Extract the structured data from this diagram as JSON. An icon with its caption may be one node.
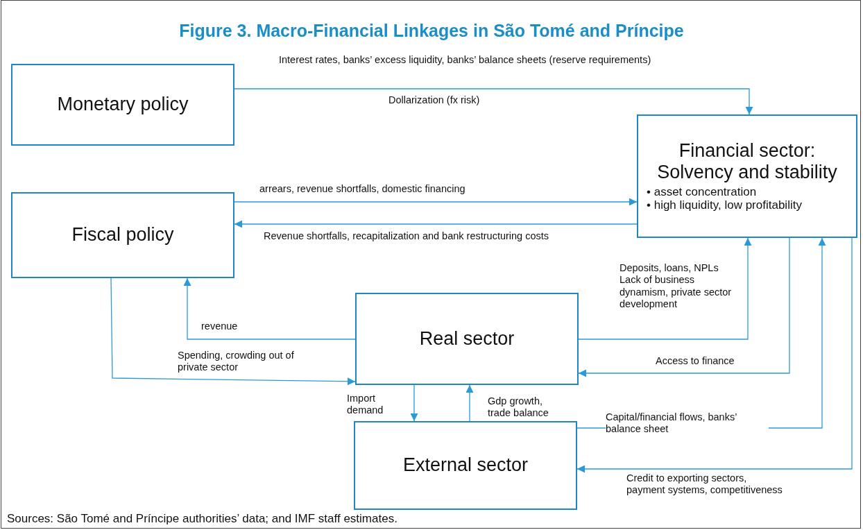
{
  "diagram": {
    "title": "Figure 3. Macro-Financial Linkages in São Tomé and Príncipe",
    "caption": "Sources: São Tomé and Príncipe authorities’ data; and IMF staff estimates.",
    "nodes": [
      {
        "text": [
          "Monetary policy"
        ]
      },
      {
        "text": [
          "Financial sector: Solvency and stability",
          "• asset concentration",
          "• high liquidity, low profitability"
        ]
      },
      {
        "text": [
          "Fiscal policy"
        ]
      },
      {
        "text": [
          "Real sector"
        ]
      },
      {
        "text": [
          "External sector"
        ]
      }
    ],
    "edges": [
      {
        "from": 0,
        "to": 1,
        "arrow": "to",
        "label": "Interest rates, banks’ excess liquidity, banks’ balance sheets (reserve requirements)"
      },
      {
        "from": 2,
        "to": 1,
        "arrow": "to",
        "label": "arrears, revenue shortfalls, domestic financing"
      },
      {
        "from": 1,
        "to": 2,
        "arrow": "to",
        "label": "Revenue shortfalls, recapitalization and bank restructuring costs"
      },
      {
        "from": 3,
        "to": 2,
        "arrow": "to",
        "label": "revenue"
      },
      {
        "from": 2,
        "to": 3,
        "arrow": "to",
        "label": "Spending, crowding out of private sector"
      },
      {
        "from": 3,
        "to": 1,
        "arrow": "to",
        "label": "Deposits, loans, NPLs Lack of business dynamism, private sector development"
      },
      {
        "from": 1,
        "to": 3,
        "arrow": "to",
        "label": "Access to finance"
      },
      {
        "from": 3,
        "to": 4,
        "arrow": "to",
        "label": "Import demand"
      },
      {
        "from": 4,
        "to": 3,
        "arrow": "to",
        "label": "Gdp growth, trade balance"
      },
      {
        "from": 4,
        "to": 1,
        "arrow": "to",
        "label": "Capital/financial flows, banks’ balance sheet"
      },
      {
        "from": 1,
        "to": 4,
        "arrow": "to",
        "label": "Credit to exporting sectors, payment systems, competitiveness"
      }
    ],
    "labels": [
      "Dollarization (fx risk)"
    ]
  }
}
